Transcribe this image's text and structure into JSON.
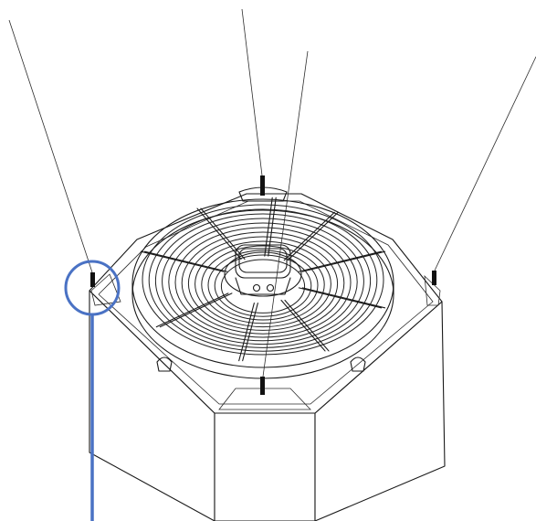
{
  "figure": {
    "subject": "axial-fan-unit-lifting-points",
    "lifting_points_count": 4,
    "highlighted_lifting_point": "front-left",
    "colors": {
      "line": "#1a1a1a",
      "background": "#ffffff",
      "highlight": "#4a72c4",
      "lifting_eye": "#111111"
    },
    "icons": {
      "callout": "circle-callout-icon",
      "lifting_eye": "lifting-eye-icon"
    }
  }
}
